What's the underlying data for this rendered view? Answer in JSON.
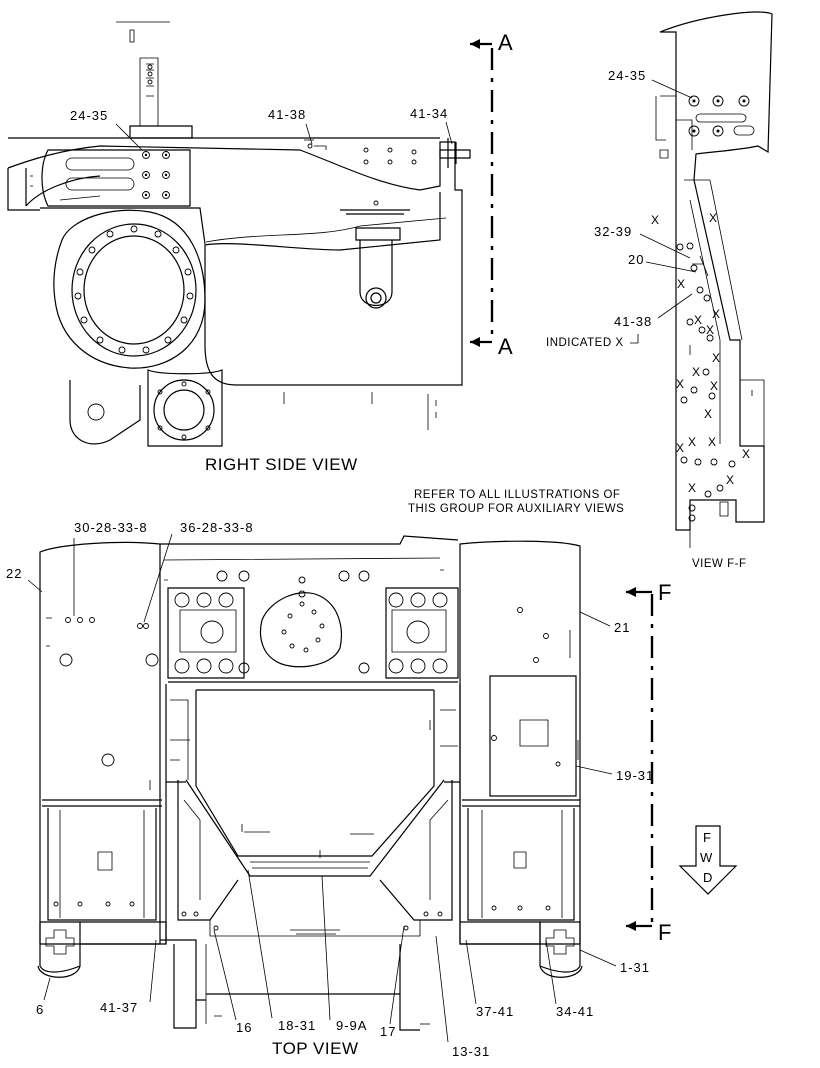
{
  "views": {
    "right_side": {
      "title": "RIGHT SIDE VIEW"
    },
    "top": {
      "title": "TOP VIEW"
    },
    "f_f": {
      "title": "VIEW F-F",
      "indicated": "INDICATED X"
    }
  },
  "note": {
    "line1": "REFER TO ALL ILLUSTRATIONS OF",
    "line2": "THIS GROUP FOR AUXILIARY VIEWS"
  },
  "section_marks": {
    "a": "A",
    "f": "F"
  },
  "fwd": {
    "f": "F",
    "w": "W",
    "d": "D"
  },
  "x_mark": "X",
  "callouts": {
    "rs_24_35": "24-35",
    "rs_41_38": "41-38",
    "rs_41_34": "41-34",
    "ff_24_35": "24-35",
    "ff_32_39": "32-39",
    "ff_20": "20",
    "ff_41_38": "41-38",
    "tv_30_28_33_8": "30-28-33-8",
    "tv_36_28_33_8": "36-28-33-8",
    "tv_22": "22",
    "tv_21": "21",
    "tv_19_31": "19-31",
    "tv_1_31": "1-31",
    "tv_6": "6",
    "tv_41_37": "41-37",
    "tv_16": "16",
    "tv_18_31": "18-31",
    "tv_9_9a": "9-9A",
    "tv_17": "17",
    "tv_37_41": "37-41",
    "tv_34_41": "34-41",
    "tv_13_31": "13-31"
  }
}
